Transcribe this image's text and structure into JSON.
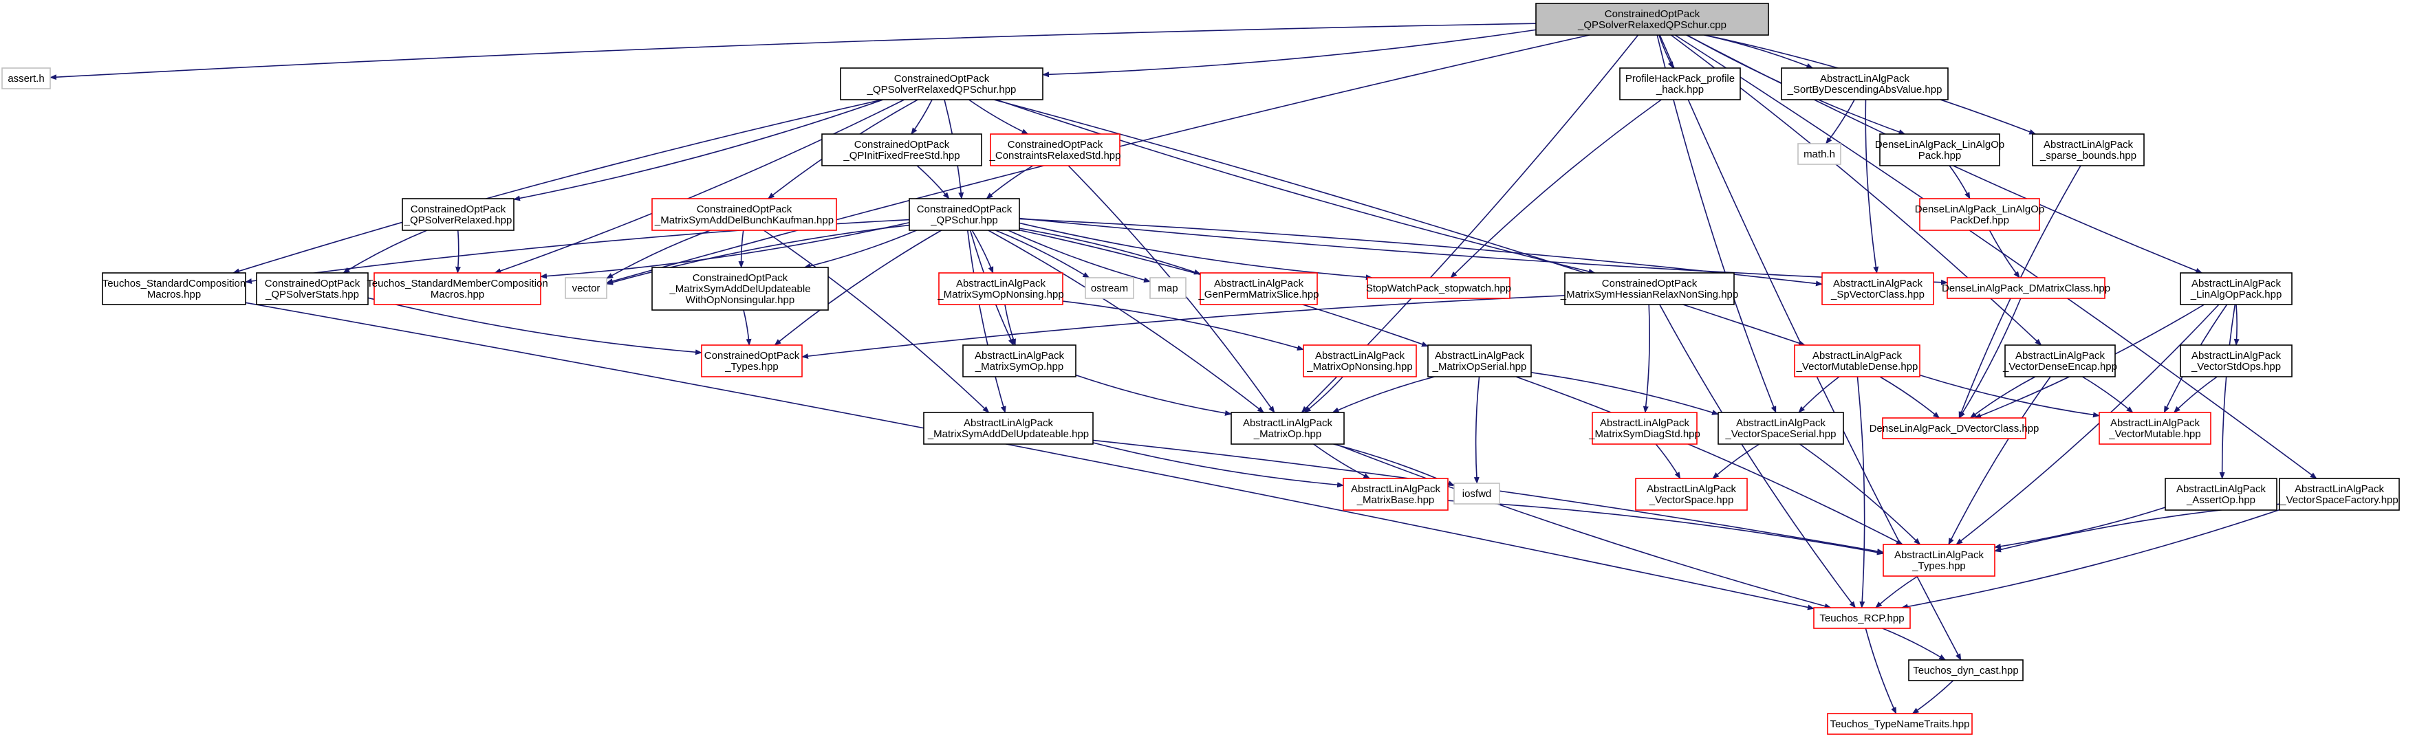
{
  "colors": {
    "root_fill": "#bfbfbf",
    "doc_border": "#000000",
    "missing_doc_border": "#ff0000",
    "external_border": "#bfbfbf",
    "external_text": "#000000",
    "edge": "#191970"
  },
  "nodes": [
    {
      "id": "root",
      "kind": "root",
      "lines": [
        "ConstrainedOptPack",
        "_QPSolverRelaxedQPSchur.cpp"
      ]
    },
    {
      "id": "assert",
      "kind": "external",
      "lines": [
        "assert.h"
      ]
    },
    {
      "id": "cop_qpsrqps_hpp",
      "kind": "doc",
      "lines": [
        "ConstrainedOptPack",
        "_QPSolverRelaxedQPSchur.hpp"
      ]
    },
    {
      "id": "profile_hack",
      "kind": "doc",
      "lines": [
        "ProfileHackPack_profile",
        "_hack.hpp"
      ]
    },
    {
      "id": "sort_desc",
      "kind": "doc",
      "lines": [
        "AbstractLinAlgPack",
        "_SortByDescendingAbsValue.hpp"
      ]
    },
    {
      "id": "math",
      "kind": "external",
      "lines": [
        "math.h"
      ]
    },
    {
      "id": "dense_linalgop",
      "kind": "doc",
      "lines": [
        "DenseLinAlgPack_LinAlgOp",
        "Pack.hpp"
      ]
    },
    {
      "id": "sparse_bounds",
      "kind": "doc",
      "lines": [
        "AbstractLinAlgPack",
        "_sparse_bounds.hpp"
      ]
    },
    {
      "id": "qp_init_fixed",
      "kind": "doc",
      "lines": [
        "ConstrainedOptPack",
        "_QPInitFixedFreeStd.hpp"
      ]
    },
    {
      "id": "constraints_relaxed",
      "kind": "missing",
      "lines": [
        "ConstrainedOptPack",
        "_ConstraintsRelaxedStd.hpp"
      ]
    },
    {
      "id": "qp_solver_relaxed",
      "kind": "doc",
      "lines": [
        "ConstrainedOptPack",
        "_QPSolverRelaxed.hpp"
      ]
    },
    {
      "id": "msadbk",
      "kind": "missing",
      "lines": [
        "ConstrainedOptPack",
        "_MatrixSymAddDelBunchKaufman.hpp"
      ]
    },
    {
      "id": "qpschur",
      "kind": "doc",
      "lines": [
        "ConstrainedOptPack",
        "_QPSchur.hpp"
      ]
    },
    {
      "id": "dense_linalgop_def",
      "kind": "missing",
      "lines": [
        "DenseLinAlgPack_LinAlgOp",
        "PackDef.hpp"
      ]
    },
    {
      "id": "teuchos_scm",
      "kind": "doc",
      "lines": [
        "Teuchos_StandardComposition",
        "Macros.hpp"
      ]
    },
    {
      "id": "qp_solver_stats",
      "kind": "doc",
      "lines": [
        "ConstrainedOptPack",
        "_QPSolverStats.hpp"
      ]
    },
    {
      "id": "teuchos_smcm",
      "kind": "missing",
      "lines": [
        "Teuchos_StandardMemberComposition",
        "Macros.hpp"
      ]
    },
    {
      "id": "vector",
      "kind": "external",
      "lines": [
        "vector"
      ]
    },
    {
      "id": "msadu_wopns",
      "kind": "doc",
      "lines": [
        "ConstrainedOptPack",
        "_MatrixSymAddDelUpdateable",
        "WithOpNonsingular.hpp"
      ]
    },
    {
      "id": "msopns",
      "kind": "missing",
      "lines": [
        "AbstractLinAlgPack",
        "_MatrixSymOpNonsing.hpp"
      ]
    },
    {
      "id": "ostream",
      "kind": "external",
      "lines": [
        "ostream"
      ]
    },
    {
      "id": "map",
      "kind": "external",
      "lines": [
        "map"
      ]
    },
    {
      "id": "genperm",
      "kind": "missing",
      "lines": [
        "AbstractLinAlgPack",
        "_GenPermMatrixSlice.hpp"
      ]
    },
    {
      "id": "stopwatch",
      "kind": "missing",
      "lines": [
        "StopWatchPack_stopwatch.hpp"
      ]
    },
    {
      "id": "sp_vector_class",
      "kind": "missing",
      "lines": [
        "AbstractLinAlgPack",
        "_SpVectorClass.hpp"
      ]
    },
    {
      "id": "dmatrix_class",
      "kind": "missing",
      "lines": [
        "DenseLinAlgPack_DMatrixClass.hpp"
      ]
    },
    {
      "id": "mshrns",
      "kind": "doc",
      "lines": [
        "ConstrainedOptPack",
        "_MatrixSymHessianRelaxNonSing.hpp"
      ]
    },
    {
      "id": "linalgoppack",
      "kind": "doc",
      "lines": [
        "AbstractLinAlgPack",
        "_LinAlgOpPack.hpp"
      ]
    },
    {
      "id": "cop_types",
      "kind": "missing",
      "lines": [
        "ConstrainedOptPack",
        "_Types.hpp"
      ]
    },
    {
      "id": "msop",
      "kind": "doc",
      "lines": [
        "AbstractLinAlgPack",
        "_MatrixSymOp.hpp"
      ]
    },
    {
      "id": "mopns",
      "kind": "missing",
      "lines": [
        "AbstractLinAlgPack",
        "_MatrixOpNonsing.hpp"
      ]
    },
    {
      "id": "mop_serial",
      "kind": "doc",
      "lines": [
        "AbstractLinAlgPack",
        "_MatrixOpSerial.hpp"
      ]
    },
    {
      "id": "vmd",
      "kind": "missing",
      "lines": [
        "AbstractLinAlgPack",
        "_VectorMutableDense.hpp"
      ]
    },
    {
      "id": "vde",
      "kind": "doc",
      "lines": [
        "AbstractLinAlgPack",
        "_VectorDenseEncap.hpp"
      ]
    },
    {
      "id": "vso",
      "kind": "doc",
      "lines": [
        "AbstractLinAlgPack",
        "_VectorStdOps.hpp"
      ]
    },
    {
      "id": "msadu",
      "kind": "doc",
      "lines": [
        "AbstractLinAlgPack",
        "_MatrixSymAddDelUpdateable.hpp"
      ]
    },
    {
      "id": "mop",
      "kind": "doc",
      "lines": [
        "AbstractLinAlgPack",
        "_MatrixOp.hpp"
      ]
    },
    {
      "id": "msds",
      "kind": "missing",
      "lines": [
        "AbstractLinAlgPack",
        "_MatrixSymDiagStd.hpp"
      ]
    },
    {
      "id": "vss",
      "kind": "doc",
      "lines": [
        "AbstractLinAlgPack",
        "_VectorSpaceSerial.hpp"
      ]
    },
    {
      "id": "dvector_class",
      "kind": "missing",
      "lines": [
        "DenseLinAlgPack_DVectorClass.hpp"
      ]
    },
    {
      "id": "vmut",
      "kind": "missing",
      "lines": [
        "AbstractLinAlgPack",
        "_VectorMutable.hpp"
      ]
    },
    {
      "id": "mbase",
      "kind": "missing",
      "lines": [
        "AbstractLinAlgPack",
        "_MatrixBase.hpp"
      ]
    },
    {
      "id": "iosfwd",
      "kind": "external",
      "lines": [
        "iosfwd"
      ]
    },
    {
      "id": "vspace",
      "kind": "missing",
      "lines": [
        "AbstractLinAlgPack",
        "_VectorSpace.hpp"
      ]
    },
    {
      "id": "assertop",
      "kind": "doc",
      "lines": [
        "AbstractLinAlgPack",
        "_AssertOp.hpp"
      ]
    },
    {
      "id": "vsf",
      "kind": "doc",
      "lines": [
        "AbstractLinAlgPack",
        "_VectorSpaceFactory.hpp"
      ]
    },
    {
      "id": "alap_types",
      "kind": "missing",
      "lines": [
        "AbstractLinAlgPack",
        "_Types.hpp"
      ]
    },
    {
      "id": "rcp",
      "kind": "missing",
      "lines": [
        "Teuchos_RCP.hpp"
      ]
    },
    {
      "id": "dyn_cast",
      "kind": "doc",
      "lines": [
        "Teuchos_dyn_cast.hpp"
      ]
    },
    {
      "id": "typenametraits",
      "kind": "missing",
      "lines": [
        "Teuchos_TypeNameTraits.hpp"
      ]
    }
  ],
  "edges": [
    [
      "root",
      "assert"
    ],
    [
      "root",
      "cop_qpsrqps_hpp"
    ],
    [
      "root",
      "profile_hack"
    ],
    [
      "root",
      "sort_desc"
    ],
    [
      "root",
      "dense_linalgop"
    ],
    [
      "root",
      "sparse_bounds"
    ],
    [
      "root",
      "vector"
    ],
    [
      "root",
      "mop"
    ],
    [
      "root",
      "vss"
    ],
    [
      "root",
      "vde"
    ],
    [
      "root",
      "linalgoppack"
    ],
    [
      "root",
      "vsf"
    ],
    [
      "root",
      "dyn_cast"
    ],
    [
      "cop_qpsrqps_hpp",
      "qp_init_fixed"
    ],
    [
      "cop_qpsrqps_hpp",
      "constraints_relaxed"
    ],
    [
      "cop_qpsrqps_hpp",
      "qp_solver_relaxed"
    ],
    [
      "cop_qpsrqps_hpp",
      "msadbk"
    ],
    [
      "cop_qpsrqps_hpp",
      "qpschur"
    ],
    [
      "cop_qpsrqps_hpp",
      "teuchos_scm"
    ],
    [
      "cop_qpsrqps_hpp",
      "teuchos_smcm"
    ],
    [
      "cop_qpsrqps_hpp",
      "mshrns"
    ],
    [
      "cop_qpsrqps_hpp",
      "vmd"
    ],
    [
      "profile_hack",
      "stopwatch"
    ],
    [
      "sort_desc",
      "math"
    ],
    [
      "sort_desc",
      "sp_vector_class"
    ],
    [
      "dense_linalgop",
      "dense_linalgop_def"
    ],
    [
      "dense_linalgop_def",
      "dmatrix_class"
    ],
    [
      "dmatrix_class",
      "dvector_class"
    ],
    [
      "sparse_bounds",
      "dvector_class"
    ],
    [
      "qp_init_fixed",
      "qpschur"
    ],
    [
      "constraints_relaxed",
      "qpschur"
    ],
    [
      "constraints_relaxed",
      "mop"
    ],
    [
      "qp_solver_relaxed",
      "qp_solver_stats"
    ],
    [
      "qp_solver_relaxed",
      "teuchos_smcm"
    ],
    [
      "qp_solver_stats",
      "cop_types"
    ],
    [
      "teuchos_scm",
      "rcp"
    ],
    [
      "msadbk",
      "msadu_wopns"
    ],
    [
      "msadbk",
      "msadu"
    ],
    [
      "msadbk",
      "vector"
    ],
    [
      "msadu_wopns",
      "cop_types"
    ],
    [
      "qpschur",
      "teuchos_scm"
    ],
    [
      "qpschur",
      "teuchos_smcm"
    ],
    [
      "qpschur",
      "vector"
    ],
    [
      "qpschur",
      "msadu_wopns"
    ],
    [
      "qpschur",
      "cop_types"
    ],
    [
      "qpschur",
      "msopns"
    ],
    [
      "qpschur",
      "msop"
    ],
    [
      "qpschur",
      "ostream"
    ],
    [
      "qpschur",
      "map"
    ],
    [
      "qpschur",
      "genperm"
    ],
    [
      "qpschur",
      "stopwatch"
    ],
    [
      "qpschur",
      "sp_vector_class"
    ],
    [
      "qpschur",
      "dmatrix_class"
    ],
    [
      "qpschur",
      "mop_serial"
    ],
    [
      "qpschur",
      "msadu"
    ],
    [
      "qpschur",
      "mop"
    ],
    [
      "msopns",
      "msop"
    ],
    [
      "msopns",
      "mopns"
    ],
    [
      "msop",
      "mop"
    ],
    [
      "mopns",
      "mop"
    ],
    [
      "mop_serial",
      "mop"
    ],
    [
      "mop_serial",
      "vss"
    ],
    [
      "mop_serial",
      "iosfwd"
    ],
    [
      "mop_serial",
      "alap_types"
    ],
    [
      "msadu",
      "mbase"
    ],
    [
      "msadu",
      "alap_types"
    ],
    [
      "mop",
      "mbase"
    ],
    [
      "mop",
      "iosfwd"
    ],
    [
      "mop",
      "rcp"
    ],
    [
      "mbase",
      "alap_types"
    ],
    [
      "mshrns",
      "cop_types"
    ],
    [
      "mshrns",
      "msds"
    ],
    [
      "mshrns",
      "rcp"
    ],
    [
      "msds",
      "vspace"
    ],
    [
      "vss",
      "vspace"
    ],
    [
      "vss",
      "alap_types"
    ],
    [
      "vmd",
      "vss"
    ],
    [
      "vmd",
      "dvector_class"
    ],
    [
      "vmd",
      "vmut"
    ],
    [
      "vmd",
      "rcp"
    ],
    [
      "vde",
      "dvector_class"
    ],
    [
      "vde",
      "vmut"
    ],
    [
      "vde",
      "alap_types"
    ],
    [
      "linalgoppack",
      "vso"
    ],
    [
      "linalgoppack",
      "vmut"
    ],
    [
      "linalgoppack",
      "dvector_class"
    ],
    [
      "linalgoppack",
      "assertop"
    ],
    [
      "linalgoppack",
      "alap_types"
    ],
    [
      "vso",
      "vmut"
    ],
    [
      "assertop",
      "alap_types"
    ],
    [
      "vsf",
      "alap_types"
    ],
    [
      "vsf",
      "rcp"
    ],
    [
      "alap_types",
      "rcp"
    ],
    [
      "rcp",
      "dyn_cast"
    ],
    [
      "rcp",
      "typenametraits"
    ],
    [
      "dyn_cast",
      "typenametraits"
    ]
  ]
}
